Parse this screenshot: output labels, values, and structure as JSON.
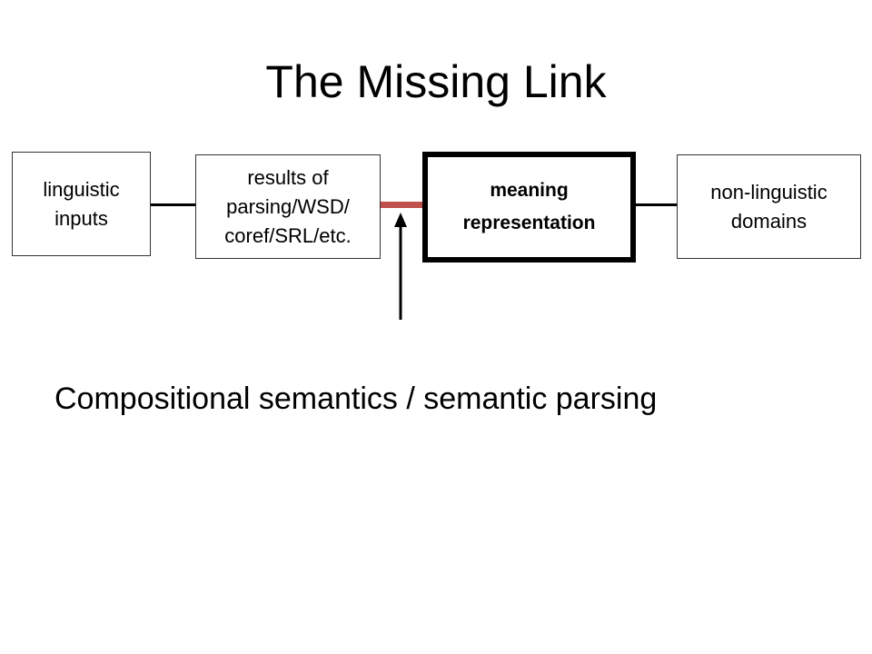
{
  "title": "The Missing Link",
  "diagram": {
    "boxes": [
      {
        "id": "linguistic-inputs",
        "lines": [
          "linguistic",
          "inputs"
        ]
      },
      {
        "id": "parsing-results",
        "lines": [
          "results of",
          "parsing/WSD/",
          "coref/SRL/etc."
        ]
      },
      {
        "id": "meaning-representation",
        "lines": [
          "meaning",
          "representation"
        ]
      },
      {
        "id": "non-linguistic-domains",
        "lines": [
          "non-linguistic",
          "domains"
        ]
      }
    ],
    "missing_link_color": "#c0504d"
  },
  "caption": "Compositional semantics / semantic parsing"
}
